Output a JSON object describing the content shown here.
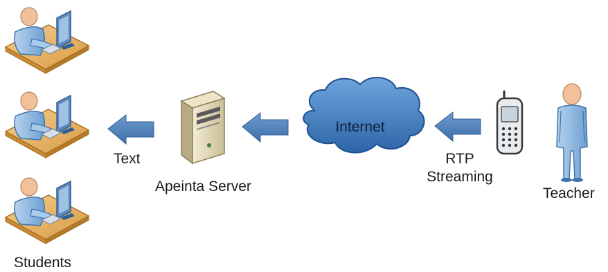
{
  "labels": {
    "students": "Students",
    "text": "Text",
    "server": "Apeinta Server",
    "internet": "Internet",
    "rtp": "RTP",
    "streaming": "Streaming",
    "teacher": "Teacher"
  },
  "colors": {
    "arrow": "#4e81bd",
    "arrow_dark": "#2f5e96",
    "cloud": "#4c86c6",
    "cloud_dark": "#1f4f8f",
    "person_blue": "#8fb8e0",
    "person_dark": "#3f74ad",
    "skin": "#f2c09a",
    "desk": "#e8b66a",
    "desk_dark": "#b37d2a",
    "monitor": "#5e88b8"
  },
  "icons": [
    "student-at-computer-icon",
    "left-arrow-icon",
    "server-tower-icon",
    "cloud-icon",
    "mobile-phone-icon",
    "teacher-person-icon"
  ]
}
